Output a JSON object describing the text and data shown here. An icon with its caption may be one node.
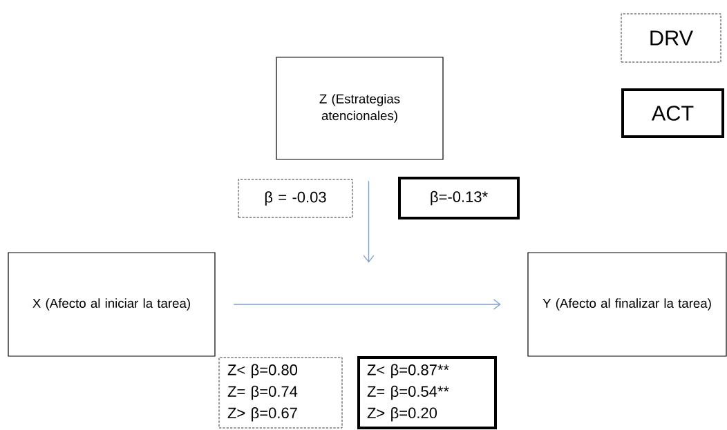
{
  "diagram": {
    "nodes": [
      {
        "text": [
          "Z (Estrategias atencionales)"
        ]
      },
      {
        "text": [
          "X (Afecto al iniciar la tarea)"
        ]
      },
      {
        "text": [
          "Y (Afecto al finalizar la tarea)"
        ]
      },
      {
        "text": [
          "DRV"
        ]
      },
      {
        "text": [
          "ACT"
        ]
      },
      {
        "text": [
          "β = -0.03"
        ]
      },
      {
        "text": [
          "β=-0.13*"
        ]
      },
      {
        "text": [
          "Z< β=0.80",
          "Z= β=0.74",
          "Z> β=0.67"
        ]
      },
      {
        "text": [
          "Z< β=0.87**",
          "Z= β=0.54**",
          "Z> β=0.20"
        ]
      }
    ],
    "edges": [
      {
        "from": 0,
        "to": null,
        "arrow": "to"
      },
      {
        "from": 1,
        "to": 2,
        "arrow": "to"
      }
    ]
  }
}
